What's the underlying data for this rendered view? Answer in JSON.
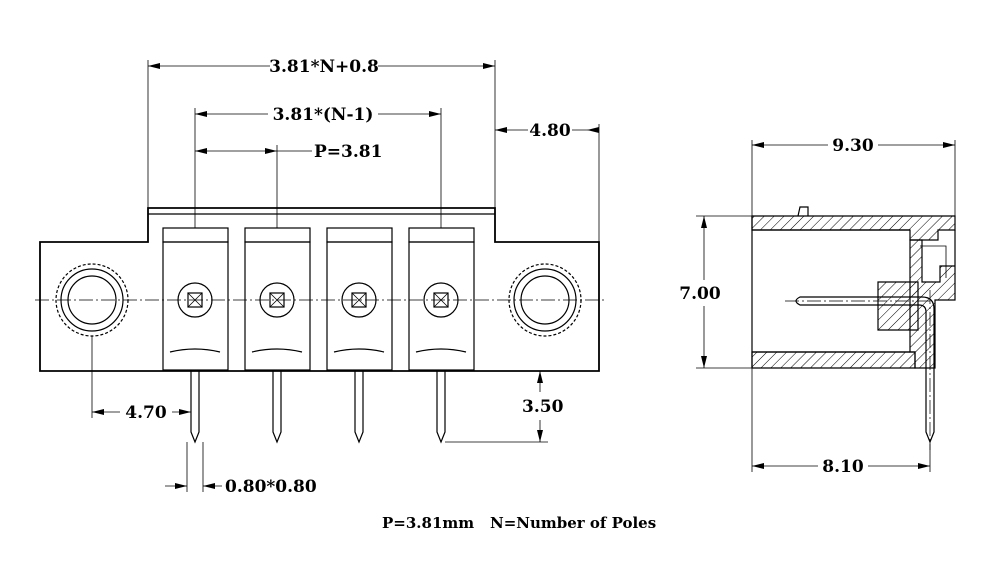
{
  "front_view": {
    "dim_overall": "3.81*N+0.8",
    "dim_pitch_span": "3.81*(N-1)",
    "dim_pitch": "P=3.81",
    "dim_flange": "4.80",
    "dim_hole_offset": "4.70",
    "dim_pin_length": "3.50",
    "dim_pin_section": "0.80*0.80"
  },
  "side_view": {
    "dim_depth": "9.30",
    "dim_height": "7.00",
    "dim_pin_offset": "8.10"
  },
  "notes": {
    "pitch_note": "P=3.81mm",
    "poles_note": "N=Number of Poles"
  }
}
